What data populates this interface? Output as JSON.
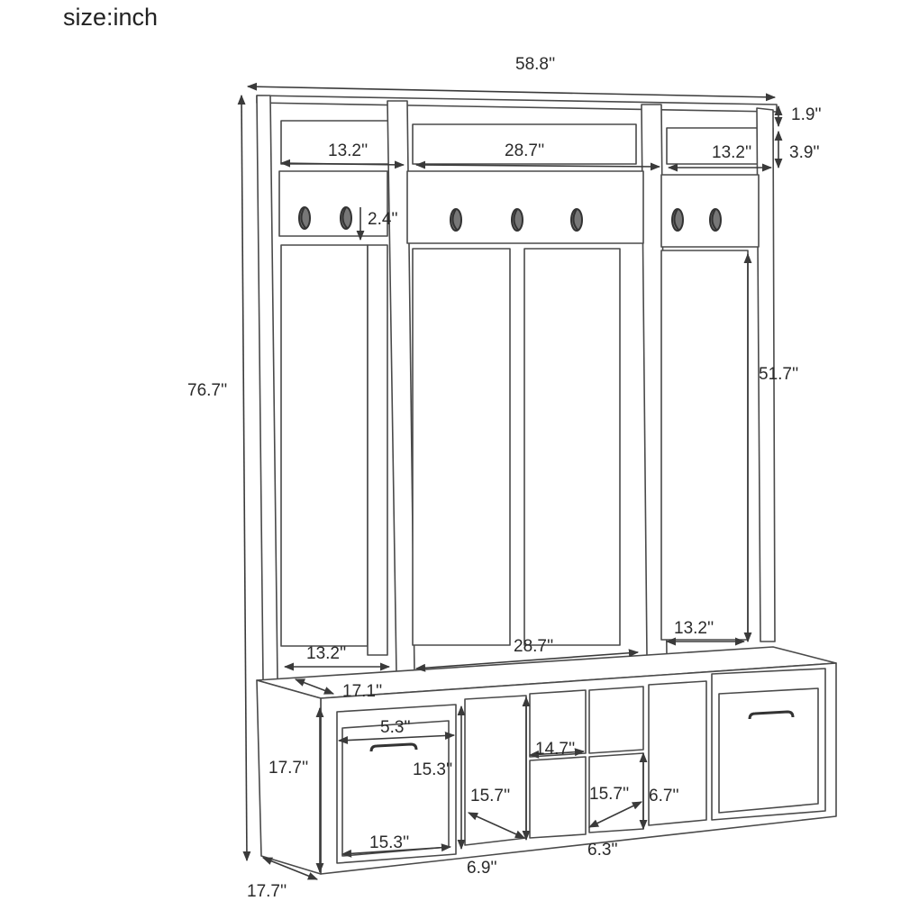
{
  "caption": "size:inch",
  "dimensions": {
    "overall_width": "58.8''",
    "top_trim_height": "1.9''",
    "shelf_height": "3.9''",
    "shelf_left_width": "13.2''",
    "shelf_center_width": "28.7''",
    "shelf_right_width": "13.2''",
    "hook_height": "2.4''",
    "overall_height": "76.7''",
    "panel_height": "51.7''",
    "bench_left_width": "13.2''",
    "bench_center_width": "28.7''",
    "bench_right_width": "13.2''",
    "bench_depth": "17.1''",
    "drawer_width_top": "5.3''",
    "bench_height": "17.7''",
    "drawer_height": "15.3''",
    "cubby_center_width": "14.7''",
    "cubby_left_height": "15.7''",
    "cubby_right_height": "15.7''",
    "cubby_small_height": "6.7''",
    "drawer_width": "15.3''",
    "cubby_left_width": "6.9''",
    "cubby_right_width": "6.3''",
    "overall_depth": "17.7''"
  },
  "line_color": "#3a3a3a",
  "icons": [
    "coat-hook-icon",
    "drawer-handle-icon"
  ]
}
